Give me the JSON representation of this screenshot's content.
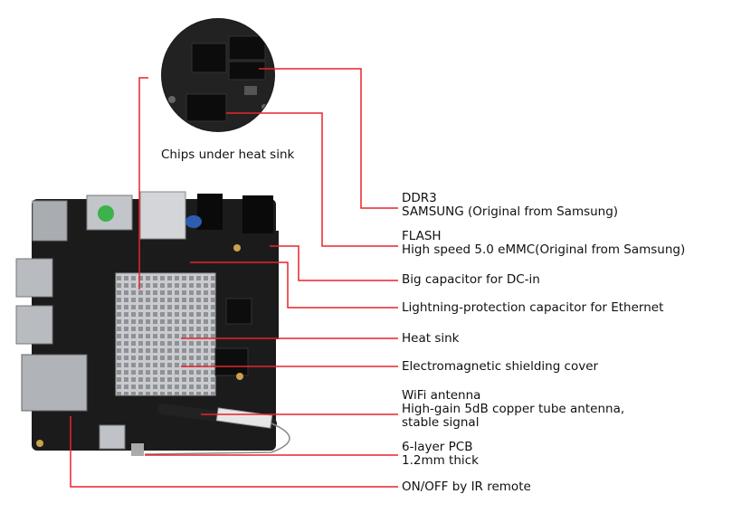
{
  "caption": "Chips under heat sink",
  "labels": {
    "ddr3": {
      "line1": "DDR3",
      "line2": "SAMSUNG (Original from Samsung)"
    },
    "flash": {
      "line1": "FLASH",
      "line2": "High speed 5.0 eMMC(Original from Samsung)"
    },
    "big_cap": "Big capacitor for DC-in",
    "lightning_cap": "Lightning-protection capacitor for Ethernet",
    "heat_sink": "Heat sink",
    "em_cover": "Electromagnetic shielding cover",
    "wifi": {
      "line1": "WiFi antenna",
      "line2": "High-gain 5dB copper tube antenna,",
      "line3": "stable signal"
    },
    "pcb": {
      "line1": "6-layer PCB",
      "line2": "1.2mm thick"
    },
    "onoff": "ON/OFF by IR remote"
  },
  "colors": {
    "callout_line": "#e8242a",
    "board": "#1b1b1b",
    "heatsink": "#b9bcc0"
  }
}
